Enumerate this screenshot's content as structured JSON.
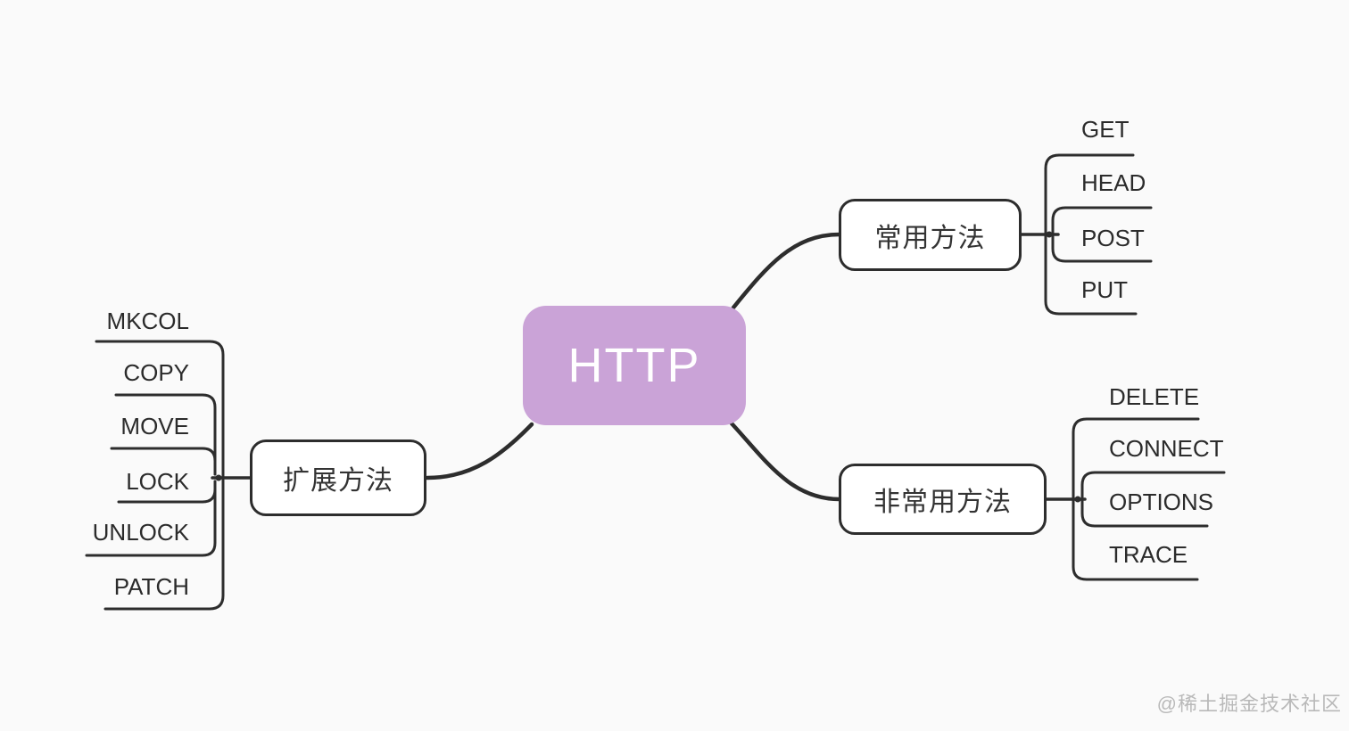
{
  "root": {
    "label": "HTTP"
  },
  "branches": [
    {
      "id": "common",
      "label": "常用方法",
      "children": [
        "GET",
        "HEAD",
        "POST",
        "PUT"
      ]
    },
    {
      "id": "uncommon",
      "label": "非常用方法",
      "children": [
        "DELETE",
        "CONNECT",
        "OPTIONS",
        "TRACE"
      ]
    },
    {
      "id": "extended",
      "label": "扩展方法",
      "children": [
        "MKCOL",
        "COPY",
        "MOVE",
        "LOCK",
        "UNLOCK",
        "PATCH"
      ]
    }
  ],
  "watermark": "@稀土掘金技术社区",
  "colors": {
    "background": "#fafafa",
    "root_fill": "#caa3d7",
    "root_text": "#ffffff",
    "line": "#2d2d2d",
    "node_text": "#333333",
    "watermark_text": "#b9b9b9"
  }
}
